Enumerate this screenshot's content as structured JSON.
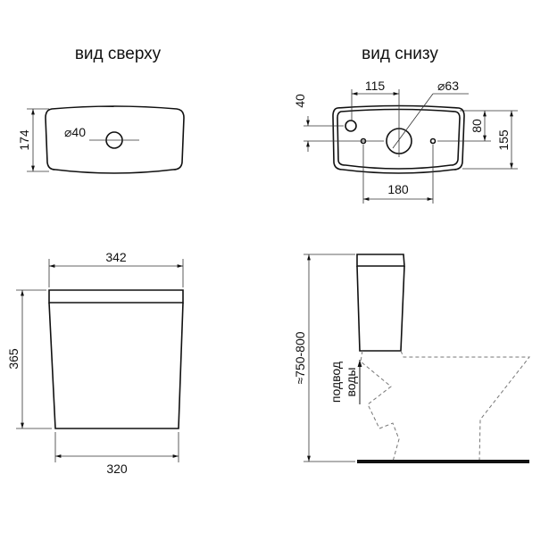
{
  "titles": {
    "top_view": "вид сверху",
    "bottom_view": "вид снизу"
  },
  "top_view": {
    "depth": "174",
    "hole_diameter": "⌀40"
  },
  "bottom_view": {
    "offset_vertical": "40",
    "offset_horizontal": "115",
    "outlet_diameter": "⌀63",
    "depth_to_center": "80",
    "depth": "155",
    "bolt_spacing": "180"
  },
  "front_view": {
    "top_width": "342",
    "height": "365",
    "bottom_width": "320"
  },
  "side_view": {
    "total_height": "≈750-800",
    "water_inlet_line1": "подвод",
    "water_inlet_line2": "воды"
  }
}
